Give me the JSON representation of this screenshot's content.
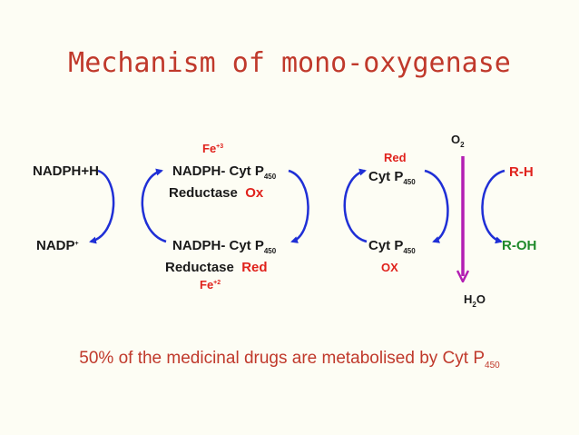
{
  "title": "Mechanism of mono-oxygenase",
  "left": {
    "top": "NADPH+H",
    "bottom_main": "NADP",
    "bottom_sup": "+"
  },
  "reductase_ox": {
    "fe_label": "Fe",
    "fe_sup": "+3",
    "line1": "NADPH- Cyt P",
    "line1_sub": "450",
    "line2": "Reductase",
    "state": "Ox"
  },
  "reductase_red": {
    "line1": "NADPH- Cyt P",
    "line1_sub": "450",
    "line2": "Reductase",
    "state": "Red",
    "fe_label": "Fe",
    "fe_sup": "+2"
  },
  "cyt_red": {
    "state": "Red",
    "label": "Cyt P",
    "sub": "450"
  },
  "cyt_ox": {
    "label": "Cyt P",
    "sub": "450",
    "state": "OX"
  },
  "oxygen": {
    "main": "O",
    "sub": "2"
  },
  "water": {
    "main": "H",
    "sub": "2",
    "tail": "O"
  },
  "substrate": "R-H",
  "product": "R-OH",
  "footer": {
    "text": "50% of the medicinal drugs are metabolised by Cyt P",
    "sub": "450"
  },
  "colors": {
    "title": "#c0392b",
    "arrow": "#1f2fd6",
    "oxygen_arrow": "#b31fb3",
    "red_text": "#e0221c",
    "green_text": "#1f8a2b"
  }
}
